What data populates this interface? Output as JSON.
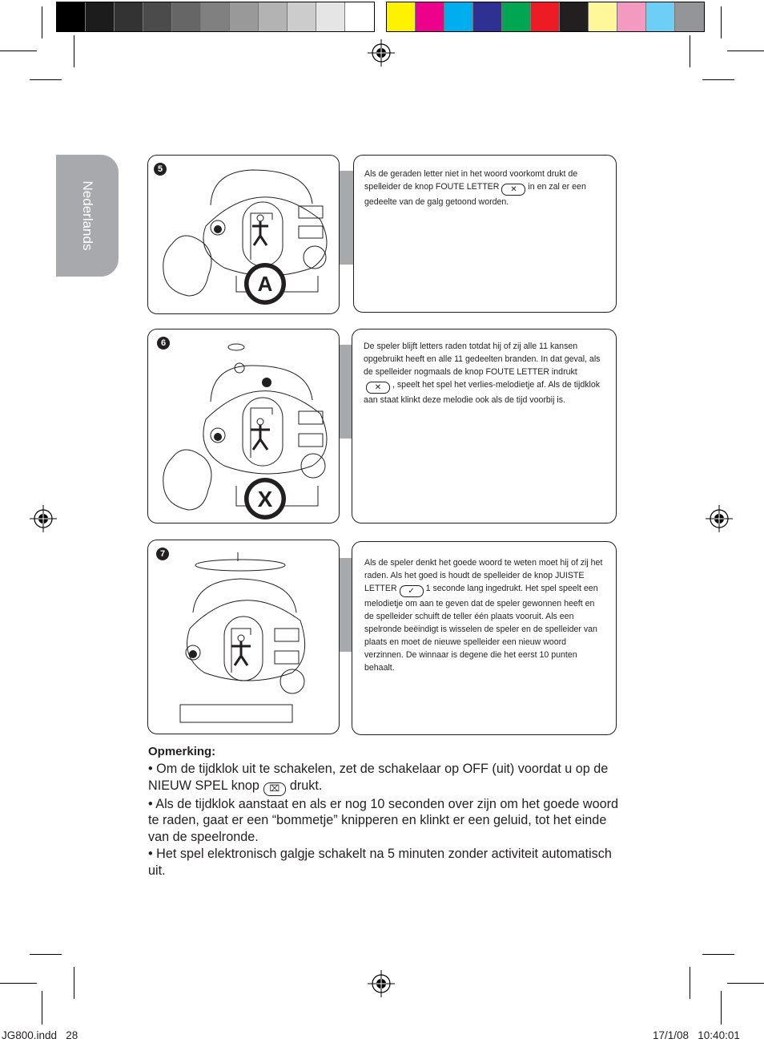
{
  "colors": {
    "gray_bar": [
      "#000000",
      "#1c1c1c",
      "#333333",
      "#4b4b4b",
      "#666666",
      "#808080",
      "#999999",
      "#b3b3b3",
      "#cccccc",
      "#e5e5e5",
      "#ffffff"
    ],
    "color_bar": [
      "#fff200",
      "#ec008c",
      "#00aeef",
      "#2e3192",
      "#00a651",
      "#ed1c24",
      "#231f20",
      "#fff799",
      "#f49ac1",
      "#6dcff6",
      "#939598"
    ],
    "tab": "#a7a9ac",
    "text": "#231f20"
  },
  "side_tab": {
    "label": "Nederlands"
  },
  "panels": [
    {
      "num": "5",
      "badge": "A",
      "text_before": "Als de geraden letter niet in het woord voorkomt drukt de spelleider de knop FOUTE LETTER",
      "icon": "wrong-letter-icon",
      "text_after": "in en zal er een gedeelte van de galg getoond worden."
    },
    {
      "num": "6",
      "badge": "X",
      "text_before": "De speler blijft letters raden totdat hij of zij alle 11 kansen opgebruikt heeft en alle 11 gedeelten branden. In dat geval, als de spelleider nogmaals de knop FOUTE LETTER indrukt",
      "icon": "wrong-letter-icon",
      "text_after": ", speelt het spel het verlies-melodietje af. Als de tijdklok aan staat klinkt deze melodie ook als de tijd voorbij is."
    },
    {
      "num": "7",
      "badge": "",
      "text_before": "Als de speler denkt het goede woord te weten moet hij of zij het raden. Als het goed is houdt de spelleider de knop JUISTE LETTER",
      "icon": "right-letter-icon",
      "text_after": "1 seconde lang ingedrukt. Het spel speelt een melodietje om aan te geven dat de speler gewonnen heeft en de spelleider schuift de teller één plaats vooruit. Als een spelronde beëindigt is wisselen de speler en de spelleider van plaats en moet de nieuwe spelleider een nieuw woord verzinnen. De winnaar is degene die het eerst 10 punten behaalt."
    }
  ],
  "note": {
    "heading": "Opmerking:",
    "b1_before": "• Om de tijdklok uit te schakelen, zet de schakelaar op OFF (uit) voordat u op de NIEUW SPEL knop",
    "b1_after": "drukt.",
    "b2": "• Als de tijdklok aanstaat en als er nog 10 seconden over zijn om het goede woord te raden, gaat er een “bommetje” knipperen en klinkt er een geluid, tot het einde van de speelronde.",
    "b3": "• Het spel elektronisch galgje schakelt na 5 minuten zonder activiteit automatisch uit."
  },
  "footer": {
    "left": "JG800.indd   28",
    "right": "17/1/08   10:40:01"
  }
}
